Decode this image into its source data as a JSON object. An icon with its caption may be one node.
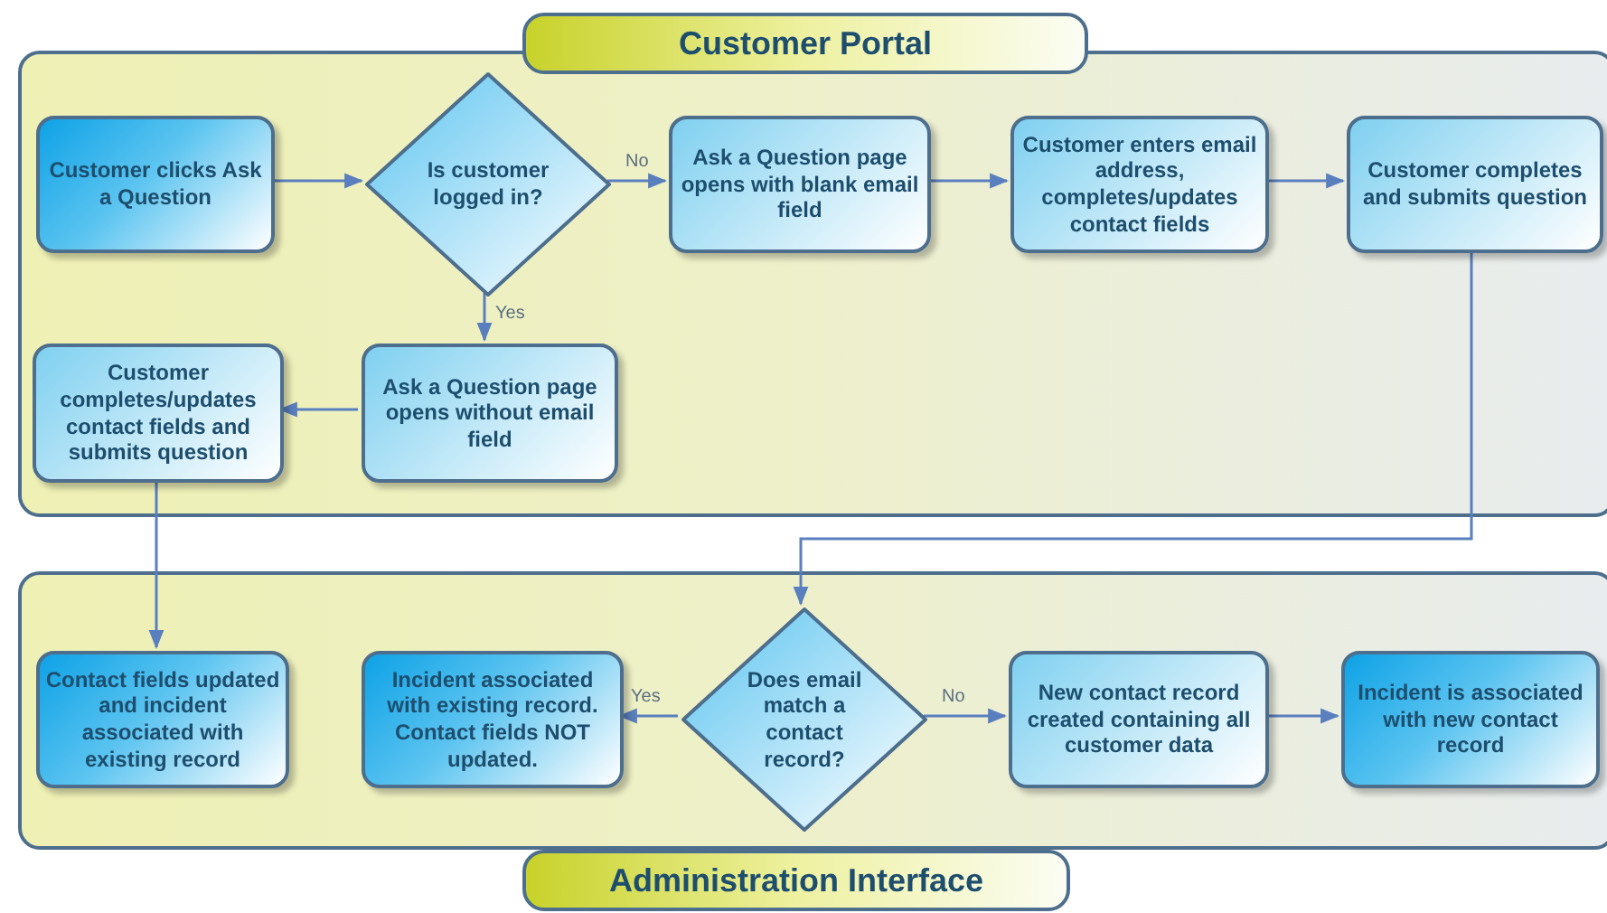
{
  "diagram": {
    "nodes": [
      {
        "text": [
          "Customer Portal"
        ]
      },
      {
        "text": [
          "Customer clicks Ask a Question"
        ],
        "in": 0
      },
      {
        "text": [
          "Is customer logged in?"
        ],
        "in": 0
      },
      {
        "text": [
          "Ask a Question page opens with blank email field"
        ],
        "in": 0
      },
      {
        "text": [
          "Customer enters email address, completes/updates contact fields"
        ],
        "in": 0
      },
      {
        "text": [
          "Customer completes and submits question"
        ],
        "in": 0
      },
      {
        "text": [
          "Customer completes/updates contact fields and submits question"
        ],
        "in": 0
      },
      {
        "text": [
          "Ask a Question page opens without email field"
        ],
        "in": 0
      },
      {
        "text": [
          "Administration Interface"
        ]
      },
      {
        "text": [
          "Contact fields updated and incident associated with existing record"
        ],
        "in": 8
      },
      {
        "text": [
          "Incident associated with existing record. Contact fields NOT updated."
        ],
        "in": 8
      },
      {
        "text": [
          "Does email match a contact record?"
        ],
        "in": 8
      },
      {
        "text": [
          "New contact record created containing all customer data"
        ],
        "in": 8
      },
      {
        "text": [
          "Incident is associated with new contact record"
        ],
        "in": 8
      }
    ],
    "edges": [
      {
        "from": 1,
        "to": 2,
        "arrow": "to"
      },
      {
        "from": 2,
        "to": 3,
        "arrow": "to",
        "label": "No"
      },
      {
        "from": 2,
        "to": 7,
        "arrow": "to",
        "label": "Yes"
      },
      {
        "from": 3,
        "to": 4,
        "arrow": "to"
      },
      {
        "from": 4,
        "to": 5,
        "arrow": "to"
      },
      {
        "from": 7,
        "to": 6,
        "arrow": "to"
      },
      {
        "from": 6,
        "to": 9,
        "arrow": "to"
      },
      {
        "from": 5,
        "to": 11,
        "arrow": "to"
      },
      {
        "from": 11,
        "to": 10,
        "arrow": "to",
        "label": "Yes"
      },
      {
        "from": 11,
        "to": 12,
        "arrow": "to",
        "label": "No"
      },
      {
        "from": 12,
        "to": 13,
        "arrow": "to"
      }
    ]
  }
}
